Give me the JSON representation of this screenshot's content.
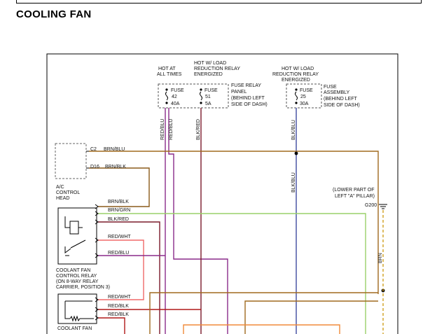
{
  "title": "COOLING FAN",
  "fuse_groups": [
    {
      "power": [
        "HOT AT",
        "ALL TIMES"
      ],
      "fuse": [
        "FUSE",
        "42",
        "40A"
      ]
    },
    {
      "power": [
        "HOT W/ LOAD",
        "REDUCTION RELAY",
        "ENERGIZED"
      ],
      "fuse": [
        "FUSE",
        "51",
        "5A"
      ]
    },
    {
      "power": [
        "HOT W/ LOAD",
        "REDUCTION RELAY",
        "ENERGIZED"
      ],
      "fuse": [
        "FUSE",
        "25",
        "30A"
      ]
    }
  ],
  "fuse_relay_panel": [
    "FUSE RELAY",
    "PANEL",
    "(BEHIND LEFT",
    "SIDE OF DASH)"
  ],
  "fuse_assembly": [
    "FUSE",
    "ASSEMBLY",
    "(BEHIND LEFT",
    "SIDE OF DASH)"
  ],
  "ac_control_head": {
    "label": [
      "A/C",
      "CONTROL",
      "HEAD"
    ],
    "pins": [
      {
        "pin": "C2",
        "wire": "BRN/BLU"
      },
      {
        "pin": "D16",
        "wire": "BRN/BLK"
      }
    ]
  },
  "coolant_fan_control_relay": {
    "label": [
      "COOLANT FAN",
      "CONTROL RELAY",
      "(ON 8-WAY RELAY",
      "CARRIER, POSITION 3)"
    ],
    "wires": [
      "BRN/BLK",
      "BRN/GRN",
      "BLK/RED",
      "RED/WHT",
      "RED/BLU"
    ]
  },
  "coolant_fan_series_relay": {
    "label": [
      "COOLANT FAN"
    ],
    "wires": [
      "RED/WHT",
      "RED/BLK",
      "RED/BLK"
    ]
  },
  "vertical_wire_labels": [
    "RED/BLU",
    "RED/BLU",
    "BLK/RED",
    "BLK/BLU",
    "BLK/BLU",
    "BRN"
  ],
  "ground": {
    "location": [
      "(LOWER PART OF",
      "LEFT \"A\" PILLAR)"
    ],
    "id": "G200"
  },
  "colors": {
    "brn": "#a06a1e",
    "blk_red": "#7a1a2a",
    "red_blu": "#8a2a8a",
    "red_wht": "#f06a6a",
    "red_blk": "#b01818",
    "blk_blu": "#3f4aa0",
    "brn_grn": "#9ad06a",
    "orange": "#f08a3a",
    "brn_blk": "#8a5a1a",
    "ground_dash": "#d0a020"
  }
}
